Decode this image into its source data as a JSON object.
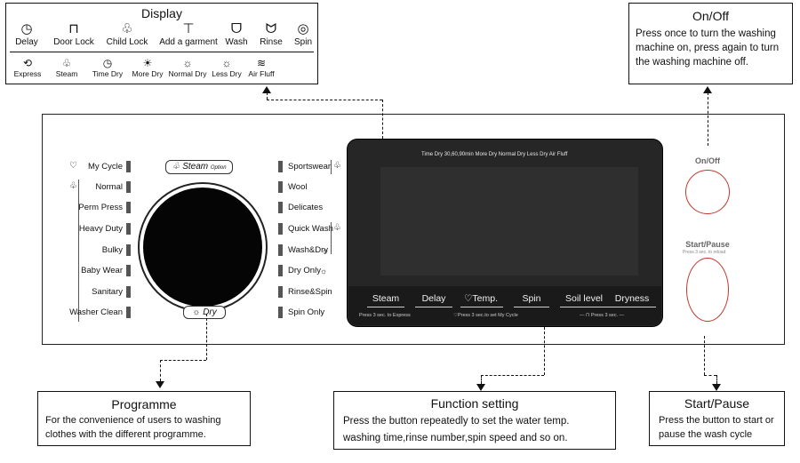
{
  "display": {
    "title": "Display",
    "row1": [
      {
        "icon": "clock-icon",
        "glyph": "◷",
        "label": "Delay"
      },
      {
        "icon": "padlock-icon",
        "glyph": "⊓",
        "label": "Door Lock"
      },
      {
        "icon": "child-lock-icon",
        "glyph": "♧",
        "label": "Child Lock"
      },
      {
        "icon": "add-garment-icon",
        "glyph": "⊤",
        "label": "Add a garment"
      },
      {
        "icon": "wash-tub-icon",
        "glyph": "ᗜ",
        "label": "Wash"
      },
      {
        "icon": "rinse-tub-icon",
        "glyph": "ᗢ",
        "label": "Rinse"
      },
      {
        "icon": "spin-icon",
        "glyph": "◎",
        "label": "Spin"
      }
    ],
    "row2": [
      {
        "icon": "express-icon",
        "glyph": "⟲",
        "label": "Express"
      },
      {
        "icon": "steam-icon",
        "glyph": "♧",
        "label": "Steam"
      },
      {
        "icon": "time-dry-icon",
        "glyph": "◷",
        "label": "Time Dry"
      },
      {
        "icon": "more-dry-icon",
        "glyph": "☀",
        "label": "More Dry"
      },
      {
        "icon": "normal-dry-icon",
        "glyph": "☼",
        "label": "Normal Dry"
      },
      {
        "icon": "less-dry-icon",
        "glyph": "☼",
        "label": "Less Dry"
      },
      {
        "icon": "air-fluff-icon",
        "glyph": "≋",
        "label": "Air Fluff"
      }
    ]
  },
  "onoff": {
    "title": "On/Off",
    "text": [
      "Press once to turn the washing",
      "machine on, press again to turn",
      "the washing machine off."
    ]
  },
  "programme_box": {
    "title": "Programme",
    "text": [
      "For the convenience of users to washing",
      "clothes with the different programme."
    ]
  },
  "function_box": {
    "title": "Function setting",
    "text": [
      "Press the button repeatedly to set the water temp.",
      "washing time,rinse number,spin speed and so on."
    ]
  },
  "startpause_box": {
    "title": "Start/Pause",
    "text": [
      "Press the button to start or",
      "pause the wash cycle"
    ]
  },
  "panel": {
    "left_programs": [
      "My Cycle",
      "Normal",
      "Perm Press",
      "Heavy Duty",
      "Bulky",
      "Baby Wear",
      "Sanitary",
      "Washer Clean"
    ],
    "right_programs": [
      "Sportswear",
      "Wool",
      "Delicates",
      "Quick Wash",
      "Wash&Dry",
      "Dry Only",
      "Rinse&Spin",
      "Spin Only"
    ],
    "steam_tag": "Steam",
    "steam_option": "Option",
    "dry_tag": "Dry",
    "screen_legend": "Time Dry 30,60,90min   More Dry   Normal Dry   Less Dry   Air Fluff",
    "function_buttons": [
      "Steam",
      "Delay",
      "Temp.",
      "Spin",
      "Soil level",
      "Dryness"
    ],
    "note_express": "Press 3 sec. to Express",
    "note_mycycle": "Press 3 sec.to set My Cycle",
    "note_lock": "Press 3 sec.",
    "onoff_label": "On/Off",
    "startpause_label": "Start/Pause",
    "startpause_sub": "Press 3 sec. to reload"
  },
  "colors": {
    "button_outline": "#c0392b",
    "screen": "#262626",
    "dial": "#050505"
  }
}
